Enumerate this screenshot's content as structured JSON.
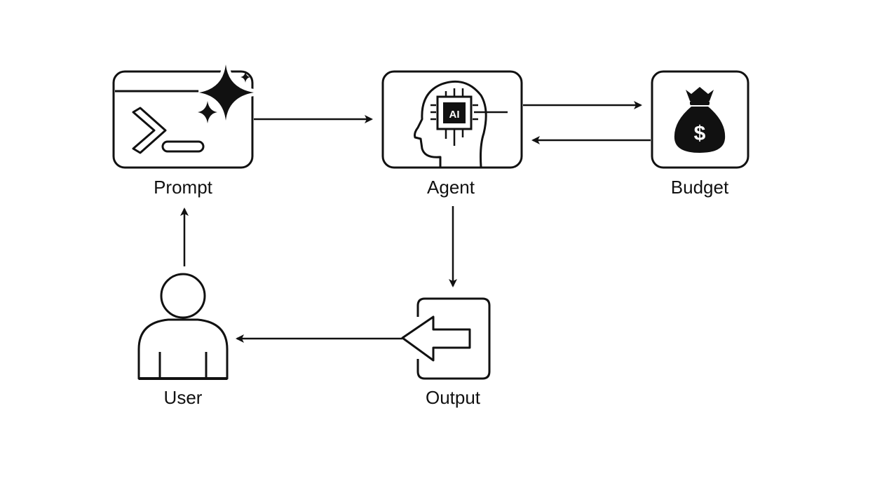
{
  "diagram": {
    "nodes": {
      "prompt": {
        "label": "Prompt",
        "icon": "terminal-sparkle-icon"
      },
      "agent": {
        "label": "Agent",
        "icon": "ai-head-chip-icon",
        "chip_text": "AI"
      },
      "budget": {
        "label": "Budget",
        "icon": "money-bag-icon",
        "symbol": "$"
      },
      "output": {
        "label": "Output",
        "icon": "output-arrow-icon"
      },
      "user": {
        "label": "User",
        "icon": "user-icon"
      }
    },
    "edges": [
      {
        "from": "prompt",
        "to": "agent"
      },
      {
        "from": "agent",
        "to": "budget"
      },
      {
        "from": "budget",
        "to": "agent"
      },
      {
        "from": "agent",
        "to": "output"
      },
      {
        "from": "output",
        "to": "user"
      },
      {
        "from": "user",
        "to": "prompt"
      }
    ],
    "colors": {
      "stroke": "#111111",
      "fill": "#ffffff"
    }
  }
}
